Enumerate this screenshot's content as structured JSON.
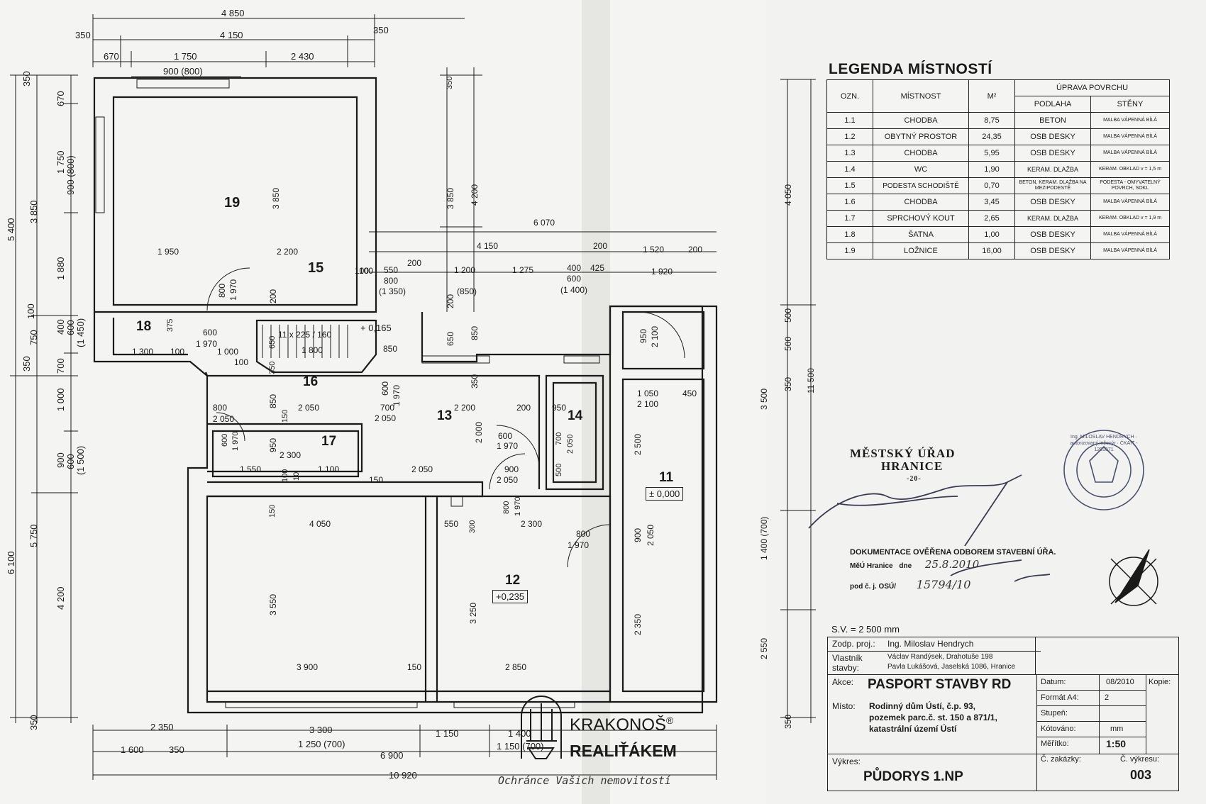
{
  "dimensions_top": [
    "4 850",
    "350",
    "4 150",
    "350",
    "670",
    "1 750",
    "2 430",
    "900 (800)"
  ],
  "dimensions_left": [
    "350",
    "670",
    "1 750",
    "900 (800)",
    "3 850",
    "5 400",
    "1 880",
    "100",
    "750",
    "400",
    "600",
    "(1 450)",
    "350",
    "700",
    "1 000",
    "900",
    "600",
    "(1 500)",
    "6 100",
    "5 750",
    "4 200",
    "350"
  ],
  "dimensions_inner": [
    "3 850",
    "1 950",
    "2 200",
    "100",
    "800",
    "1 970",
    "200",
    "375",
    "600",
    "1 970",
    "1 300",
    "100",
    "1 000",
    "100",
    "11 x 225 / 160",
    "1 800",
    "650",
    "+ 0,165",
    "850",
    "350",
    "600",
    "1 970",
    "700",
    "2 050",
    "800",
    "2 050",
    "850",
    "2 050",
    "2 200",
    "200",
    "600",
    "1 970",
    "950",
    "150",
    "2 300",
    "1 550",
    "1 100",
    "100",
    "10",
    "150",
    "2 050",
    "900",
    "2 050",
    "600",
    "1 970",
    "2 000",
    "950",
    "700",
    "2 050",
    "500",
    "800",
    "1 970",
    "150",
    "4 050",
    "550",
    "300",
    "2 300",
    "800",
    "1 970",
    "3 550",
    "3 250",
    "3 900",
    "150",
    "2 850",
    "3 850",
    "4 200",
    "350",
    "550",
    "200",
    "1 200",
    "800",
    "(1 350)",
    "(850)",
    "1 275",
    "400",
    "425",
    "600",
    "(1 400)",
    "1 920",
    "6 070",
    "4 150",
    "200",
    "1 520",
    "200",
    "100",
    "200",
    "650",
    "850",
    "350",
    "950",
    "2 100",
    "1 050",
    "450",
    "2 100",
    "2 500",
    "900",
    "2 050",
    "2 350",
    "4 050",
    "3 500",
    "11 500",
    "500",
    "500",
    "350",
    "1 400 (700)",
    "2 550",
    "350"
  ],
  "dimensions_bottom": [
    "2 350",
    "3 300",
    "1 150",
    "1 400",
    "1 600",
    "350",
    "1 250 (700)",
    "1 150 (700)",
    "6 900",
    "10 920"
  ],
  "rooms": [
    {
      "id": "19"
    },
    {
      "id": "15"
    },
    {
      "id": "18"
    },
    {
      "id": "16"
    },
    {
      "id": "13"
    },
    {
      "id": "14"
    },
    {
      "id": "17"
    },
    {
      "id": "11",
      "level": "± 0,000"
    },
    {
      "id": "12",
      "level": "+0,235"
    }
  ],
  "legend": {
    "title": "LEGENDA MÍSTNOSTÍ",
    "headers": {
      "ozn": "OZN.",
      "mistnost": "MÍSTNOST",
      "m2": "M²",
      "uprava": "ÚPRAVA POVRCHU",
      "podlaha": "PODLAHA",
      "steny": "STĚNY"
    },
    "rows": [
      {
        "ozn": "1.1",
        "mistnost": "CHODBA",
        "m2": "8,75",
        "podlaha": "BETON",
        "steny": "MALBA VÁPENNÁ BÍLÁ"
      },
      {
        "ozn": "1.2",
        "mistnost": "OBYTNÝ PROSTOR",
        "m2": "24,35",
        "podlaha": "OSB DESKY",
        "steny": "MALBA VÁPENNÁ BÍLÁ"
      },
      {
        "ozn": "1.3",
        "mistnost": "CHODBA",
        "m2": "5,95",
        "podlaha": "OSB DESKY",
        "steny": "MALBA VÁPENNÁ BÍLÁ"
      },
      {
        "ozn": "1.4",
        "mistnost": "WC",
        "m2": "1,90",
        "podlaha": "KERAM. DLAŽBA",
        "steny": "KERAM. OBKLAD v = 1,5 m"
      },
      {
        "ozn": "1.5",
        "mistnost": "PODESTA SCHODIŠTĚ",
        "m2": "0,70",
        "podlaha": "BETON, KERAM. DLAŽBA NA MEZIPODESTĚ",
        "steny": "PODESTA - OMYVATELNÝ POVRCH, SOKL"
      },
      {
        "ozn": "1.6",
        "mistnost": "CHODBA",
        "m2": "3,45",
        "podlaha": "OSB DESKY",
        "steny": "MALBA VÁPENNÁ BÍLÁ"
      },
      {
        "ozn": "1.7",
        "mistnost": "SPRCHOVÝ KOUT",
        "m2": "2,65",
        "podlaha": "KERAM. DLAŽBA",
        "steny": "KERAM. OBKLAD v = 1,9 m"
      },
      {
        "ozn": "1.8",
        "mistnost": "ŠATNA",
        "m2": "1,00",
        "podlaha": "OSB DESKY",
        "steny": "MALBA VÁPENNÁ BÍLÁ"
      },
      {
        "ozn": "1.9",
        "mistnost": "LOŽNICE",
        "m2": "16,00",
        "podlaha": "OSB DESKY",
        "steny": "MALBA VÁPENNÁ BÍLÁ"
      }
    ]
  },
  "right_dims": [
    "4 050",
    "11 500",
    "3 500",
    "500",
    "500",
    "350",
    "1 400 (700)",
    "2 550",
    "350"
  ],
  "stamp": {
    "line1": "MĚSTSKÝ ÚŘAD",
    "line2": "HRANICE",
    "line3": "-20-",
    "seal_text": "Ing. MILOSLAV HENDRYCH · autorizovaný inženýr · ČKAIT - 1201071"
  },
  "verification": {
    "line1": "DOKUMENTACE OVĚŘENA ODBOREM STAVEBNÍ ÚŘA.",
    "line2_prefix": "MěÚ Hranice",
    "line2_dne": "dne",
    "line2_date": "25.8.2010",
    "line3_prefix": "pod č. j. OSÚ/",
    "line3_number": "15794/10"
  },
  "sv": "S.V. = 2 500 mm",
  "title_block": {
    "zodp_label": "Zodp. proj.:",
    "zodp_value": "Ing. Miloslav Hendrych",
    "vlastnik_label": "Vlastník stavby:",
    "vlastnik_value1": "Václav Randýsek, Drahotuše 198",
    "vlastnik_value2": "Pavla Lukášová, Jaselská 1086, Hranice",
    "akce_label": "Akce:",
    "akce_value": "PASPORT STAVBY RD",
    "misto_label": "Místo:",
    "misto_value1": "Rodinný dům Ústí, č.p. 93,",
    "misto_value2": "pozemek parc.č. st. 150 a 871/1,",
    "misto_value3": "katastrální území Ústí",
    "vykres_label": "Výkres:",
    "vykres_value": "PŮDORYS 1.NP",
    "datum_label": "Datum:",
    "datum_value": "08/2010",
    "kopie_label": "Kopie:",
    "format_label": "Formát A4:",
    "format_value": "2",
    "stupen_label": "Stupeň:",
    "kotovano_label": "Kótováno:",
    "kotovano_value": "mm",
    "meritko_label": "Měřítko:",
    "meritko_value": "1:50",
    "zakazky_label": "Č. zakázky:",
    "cvykresu_label": "Č. výkresu:",
    "cvykresu_value": "003"
  },
  "brand": {
    "line1": "KRAKONOŠ",
    "reg": "®",
    "line2": "REALIŤÁKEM",
    "motto": "Ochránce Vašich nemovitostí"
  }
}
